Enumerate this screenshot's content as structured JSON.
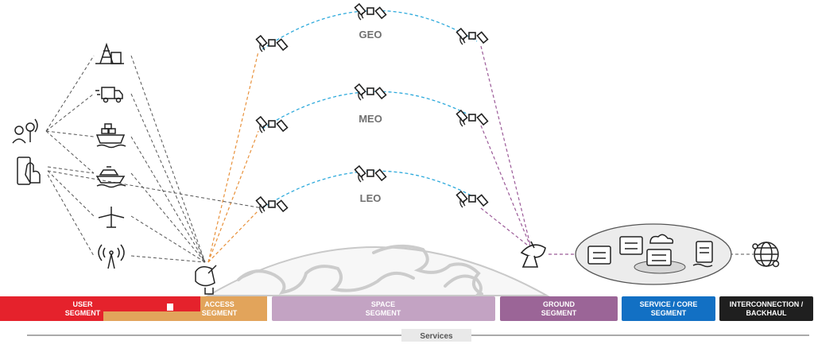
{
  "orbits": {
    "geo": "GEO",
    "meo": "MEO",
    "leo": "LEO"
  },
  "segments": {
    "user": [
      "USER",
      "SEGMENT"
    ],
    "access": [
      "ACCESS",
      "SEGMENT"
    ],
    "space": [
      "SPACE",
      "SEGMENT"
    ],
    "ground": [
      "GROUND",
      "SEGMENT"
    ],
    "service": [
      "SERVICE / CORE",
      "SEGMENT"
    ],
    "interconnection": [
      "INTERCONNECTION /",
      "BACKHAUL"
    ]
  },
  "services_label": "Services",
  "colors": {
    "user": "#e5222c",
    "access": "#e2a45b",
    "space": "#c3a3c3",
    "ground": "#9b6597",
    "service": "#1270c4",
    "interconnection": "#1f1f1f",
    "orbit_link": "#2eaadc",
    "access_link": "#e8913b",
    "ground_link": "#9b5a98",
    "user_link": "#555555"
  },
  "icons": {
    "users": [
      "antenna-person-icon",
      "touch-phone-icon"
    ],
    "devices": [
      "oil-rig-icon",
      "delivery-truck-icon",
      "cargo-ship-icon",
      "cruise-ship-icon",
      "airplane-icon",
      "radio-tower-icon"
    ],
    "satellites": "satellite-icon",
    "access": "satellite-dish-icon",
    "ground": "ground-station-dish-icon",
    "core": [
      "server-icon",
      "server-rack-icon",
      "cloud-server-icon",
      "data-center-icon"
    ],
    "backhaul": "globe-network-icon"
  }
}
